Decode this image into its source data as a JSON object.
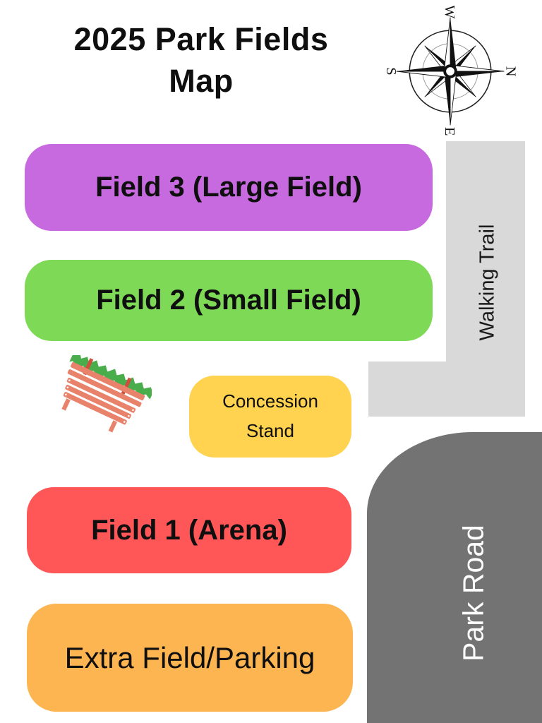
{
  "page": {
    "background": "#ffffff"
  },
  "title": {
    "line1": "2025 Park Fields",
    "line2": "Map"
  },
  "compass": {
    "n": "N",
    "e": "E",
    "s": "S",
    "w": "W"
  },
  "zones": [
    {
      "label": "Field 3 (Large Field)",
      "color": "#c76ae0"
    },
    {
      "label": "Field 2 (Small Field)",
      "color": "#7ed957"
    },
    {
      "lines": [
        "Concession",
        "Stand"
      ],
      "color": "#ffd24f"
    },
    {
      "label": "Field 1 (Arena)",
      "color": "#ff5757"
    },
    {
      "label": "Extra Field/Parking",
      "color": "#fcb551"
    }
  ],
  "trail": {
    "label": "Walking Trail",
    "color": "#d9d9d9"
  },
  "road": {
    "label": "Park Road",
    "color": "#737373",
    "text_color": "#ffffff"
  },
  "bench": {
    "icon": "park-bench-icon",
    "wood_color": "#e8826b",
    "hedge_color": "#4aad4c",
    "accent_color": "#cd4f3d"
  }
}
